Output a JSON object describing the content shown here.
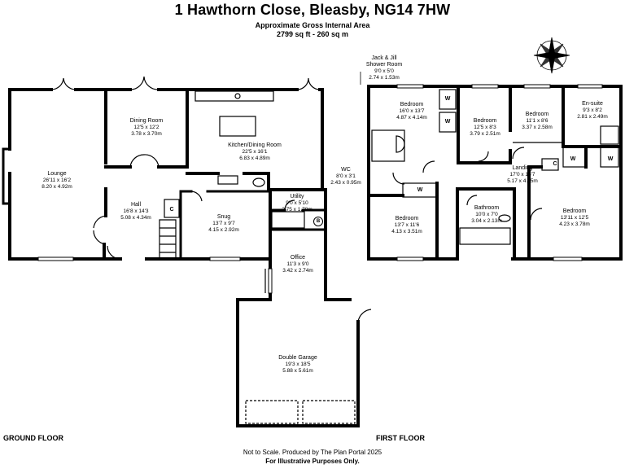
{
  "header": {
    "title": "1 Hawthorn Close, Bleasby, NG14 7HW",
    "area_label": "Approximate Gross Internal Area",
    "area_value": "2799 sq ft - 260 sq m"
  },
  "floors": {
    "ground": "GROUND FLOOR",
    "first": "FIRST FLOOR"
  },
  "footer": {
    "line1": "Not to Scale. Produced by The Plan Portal 2025",
    "line2": "For Illustrative Purposes Only."
  },
  "rooms": {
    "lounge": {
      "name": "Lounge",
      "imp": "26'11 x 16'2",
      "met": "8.20 x 4.92m"
    },
    "dining": {
      "name": "Dining Room",
      "imp": "12'5 x 12'2",
      "met": "3.78 x 3.70m"
    },
    "kitchen": {
      "name": "Kitchen/Dining Room",
      "imp": "22'5 x 16'1",
      "met": "6.83 x 4.89m"
    },
    "wc": {
      "name": "WC",
      "imp": "8'0 x 3'1",
      "met": "2.43 x 0.95m"
    },
    "hall": {
      "name": "Hall",
      "imp": "16'8 x 14'3",
      "met": "5.08 x 4.34m"
    },
    "snug": {
      "name": "Snug",
      "imp": "13'7 x 9'7",
      "met": "4.15 x 2.92m"
    },
    "utility": {
      "name": "Utility",
      "imp": "9'0 x 5'10",
      "met": "2.75 x 1.78m"
    },
    "office": {
      "name": "Office",
      "imp": "11'3 x 9'0",
      "met": "3.42 x 2.74m"
    },
    "garage": {
      "name": "Double Garage",
      "imp": "19'3 x 18'5",
      "met": "5.88 x 5.61m"
    },
    "jackjill": {
      "name1": "Jack & Jill",
      "name2": "Shower Room",
      "imp": "9'0 x 5'0",
      "met": "2.74 x 1.53m"
    },
    "bed1": {
      "name": "Bedroom",
      "imp": "16'0 x 13'7",
      "met": "4.87 x 4.14m"
    },
    "bed2": {
      "name": "Bedroom",
      "imp": "12'5 x 8'3",
      "met": "3.79 x 2.51m"
    },
    "bed3": {
      "name": "Bedroom",
      "imp": "11'1 x 8'6",
      "met": "3.37 x 2.58m"
    },
    "ensuite": {
      "name": "En-suite",
      "imp": "9'3 x 8'2",
      "met": "2.81 x 2.49m"
    },
    "landing": {
      "name": "Landing",
      "imp": "17'0 x 15'7",
      "met": "5.17 x 4.75m"
    },
    "bathroom": {
      "name": "Bathroom",
      "imp": "10'0 x 7'0",
      "met": "3.04 x 2.13m"
    },
    "bed4": {
      "name": "Bedroom",
      "imp": "13'7 x 11'6",
      "met": "4.13 x 3.51m"
    },
    "bed5": {
      "name": "Bedroom",
      "imp": "13'11 x 12'5",
      "met": "4.23 x 3.78m"
    }
  },
  "tags": {
    "cupboard": "C",
    "wardrobe": "W",
    "boiler": "B"
  },
  "compass_icon": "compass-rose-icon"
}
